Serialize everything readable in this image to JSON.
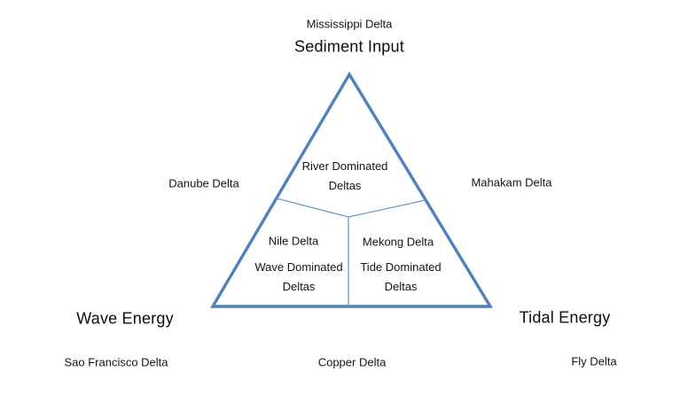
{
  "colors": {
    "triangle_stroke": "#4f81bd",
    "divider_stroke": "#6f97c4",
    "text": "#141414"
  },
  "apex": {
    "label": "Sediment Input",
    "example": "Mississippi Delta"
  },
  "left_corner": {
    "label": "Wave Energy",
    "example": "Sao Francisco Delta"
  },
  "right_corner": {
    "label": "Tidal Energy",
    "example": "Fly Delta"
  },
  "bottom_edge": {
    "example": "Copper Delta"
  },
  "left_edge": {
    "example": "Danube Delta"
  },
  "right_edge": {
    "example": "Mahakam Delta"
  },
  "regions": {
    "river": {
      "title_line1": "River Dominated",
      "title_line2": "Deltas"
    },
    "wave": {
      "title_line1": "Wave Dominated",
      "title_line2": "Deltas",
      "example": "Nile Delta"
    },
    "tide": {
      "title_line1": "Tide Dominated",
      "title_line2": "Deltas",
      "example": "Mekong Delta"
    }
  }
}
